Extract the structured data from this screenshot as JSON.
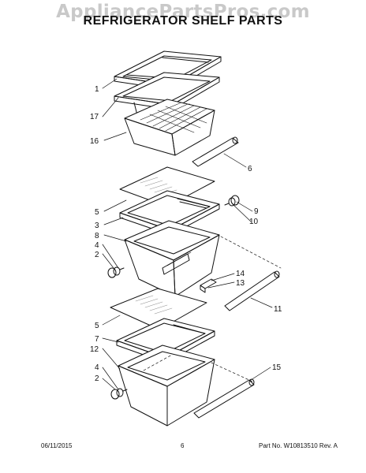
{
  "header": {
    "watermark": "AppliancePartsPros.com",
    "title": "REFRIGERATOR SHELF PARTS"
  },
  "callouts": [
    "1",
    "17",
    "16",
    "6",
    "5",
    "3",
    "8",
    "4",
    "2",
    "9",
    "10",
    "14",
    "13",
    "11",
    "5",
    "7",
    "12",
    "4",
    "2",
    "15"
  ],
  "footer": {
    "date": "06/11/2015",
    "page": "6",
    "part": "Part No. W10813510  Rev. A"
  }
}
